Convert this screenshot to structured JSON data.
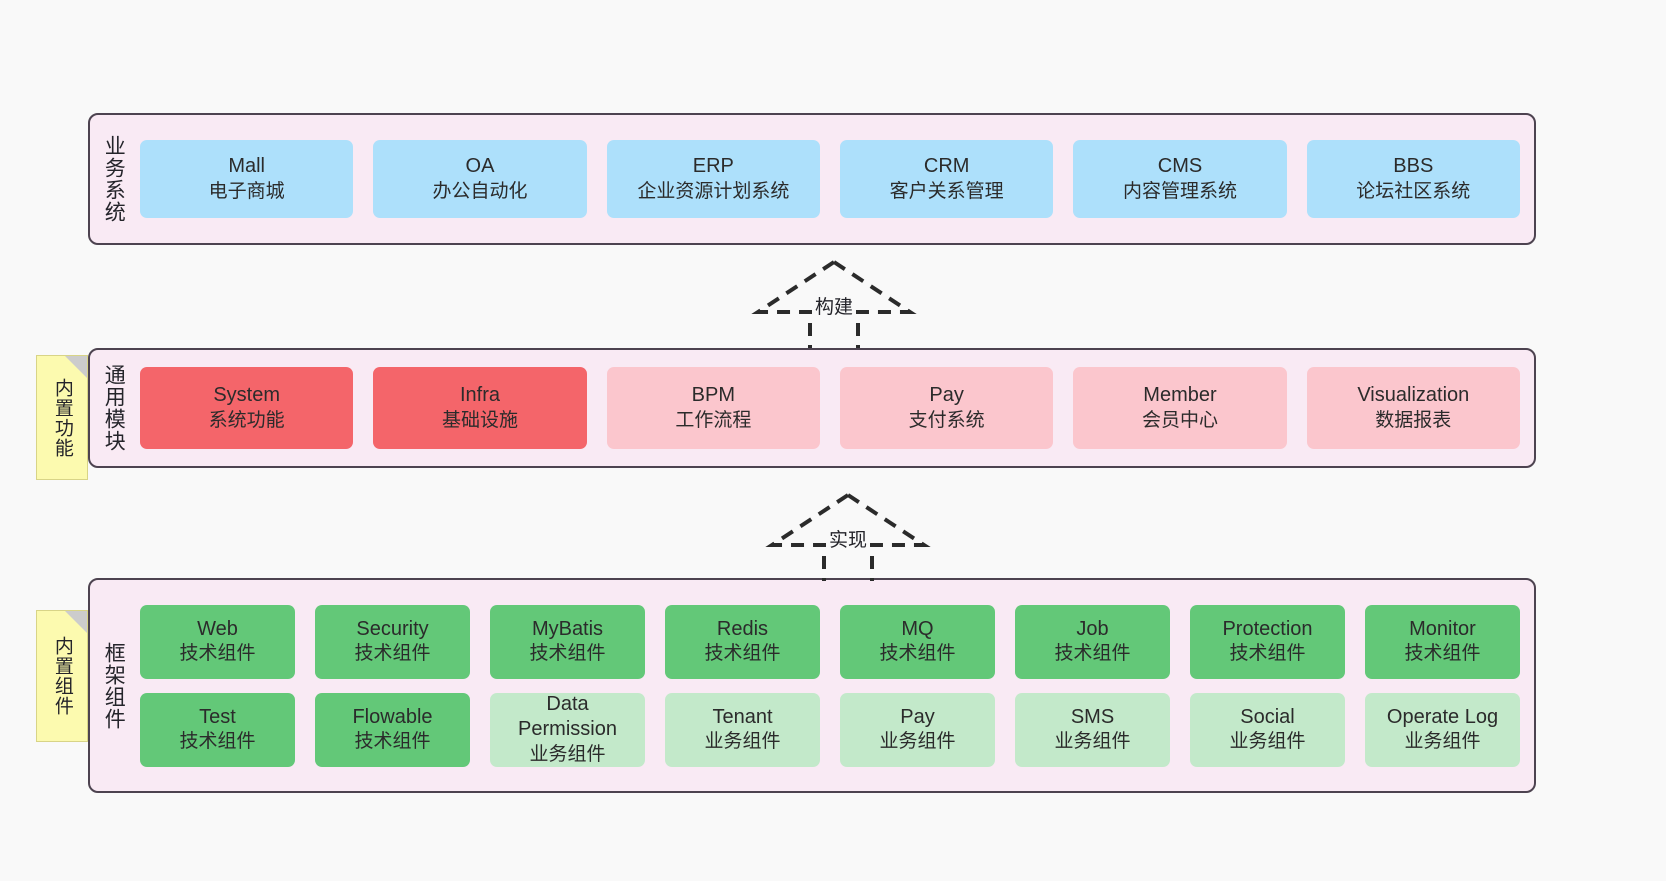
{
  "diagram": {
    "background": "#f9f9f9",
    "layer_fill": "#f9eaf4",
    "layer_border": "#4d4350",
    "sticky_fill": "#fcfaaf"
  },
  "layers": [
    {
      "id": "business",
      "label": "业务系统",
      "node_color": "#ade0fb",
      "rows": [
        {
          "nodes": [
            {
              "title": "Mall",
              "sub": "电子商城",
              "color": "#ade0fb"
            },
            {
              "title": "OA",
              "sub": "办公自动化",
              "color": "#ade0fb"
            },
            {
              "title": "ERP",
              "sub": "企业资源计划系统",
              "color": "#ade0fb"
            },
            {
              "title": "CRM",
              "sub": "客户关系管理",
              "color": "#ade0fb"
            },
            {
              "title": "CMS",
              "sub": "内容管理系统",
              "color": "#ade0fb"
            },
            {
              "title": "BBS",
              "sub": "论坛社区系统",
              "color": "#ade0fb"
            }
          ]
        }
      ]
    },
    {
      "id": "modules",
      "label": "通用模块",
      "sticky": "内置功能",
      "rows": [
        {
          "nodes": [
            {
              "title": "System",
              "sub": "系统功能",
              "color": "#f4656a"
            },
            {
              "title": "Infra",
              "sub": "基础设施",
              "color": "#f4656a"
            },
            {
              "title": "BPM",
              "sub": "工作流程",
              "color": "#fbc6cd"
            },
            {
              "title": "Pay",
              "sub": "支付系统",
              "color": "#fbc6cd"
            },
            {
              "title": "Member",
              "sub": "会员中心",
              "color": "#fbc6cd"
            },
            {
              "title": "Visualization",
              "sub": "数据报表",
              "color": "#fbc6cd"
            }
          ]
        }
      ]
    },
    {
      "id": "framework",
      "label": "框架组件",
      "sticky": "内置组件",
      "rows": [
        {
          "nodes": [
            {
              "title": "Web",
              "sub": "技术组件",
              "color": "#63c878"
            },
            {
              "title": "Security",
              "sub": "技术组件",
              "color": "#63c878"
            },
            {
              "title": "MyBatis",
              "sub": "技术组件",
              "color": "#63c878"
            },
            {
              "title": "Redis",
              "sub": "技术组件",
              "color": "#63c878"
            },
            {
              "title": "MQ",
              "sub": "技术组件",
              "color": "#63c878"
            },
            {
              "title": "Job",
              "sub": "技术组件",
              "color": "#63c878"
            },
            {
              "title": "Protection",
              "sub": "技术组件",
              "color": "#63c878"
            },
            {
              "title": "Monitor",
              "sub": "技术组件",
              "color": "#63c878"
            }
          ]
        },
        {
          "nodes": [
            {
              "title": "Test",
              "sub": "技术组件",
              "color": "#63c878"
            },
            {
              "title": "Flowable",
              "sub": "技术组件",
              "color": "#63c878"
            },
            {
              "title": "Data Permission",
              "sub": "业务组件",
              "color": "#c3e9ca"
            },
            {
              "title": "Tenant",
              "sub": "业务组件",
              "color": "#c3e9ca"
            },
            {
              "title": "Pay",
              "sub": "业务组件",
              "color": "#c3e9ca"
            },
            {
              "title": "SMS",
              "sub": "业务组件",
              "color": "#c3e9ca"
            },
            {
              "title": "Social",
              "sub": "业务组件",
              "color": "#c3e9ca"
            },
            {
              "title": "Operate Log",
              "sub": "业务组件",
              "color": "#c3e9ca"
            }
          ]
        }
      ]
    }
  ],
  "connectors": [
    {
      "id": "build",
      "label": "构建",
      "style": "dashed-hollow-arrow-up"
    },
    {
      "id": "impl",
      "label": "实现",
      "style": "dashed-hollow-arrow-up"
    }
  ]
}
